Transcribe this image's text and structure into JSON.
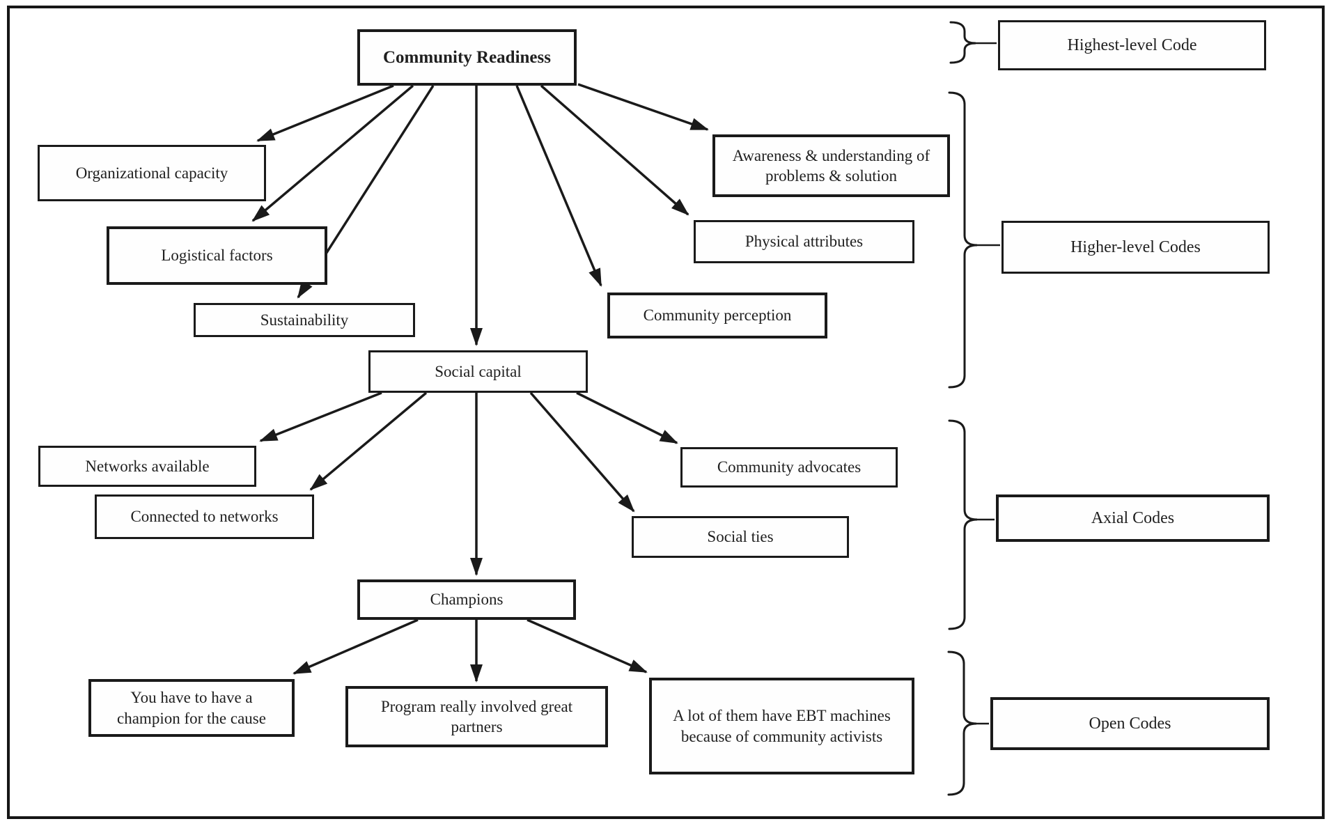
{
  "figure": {
    "type": "coding-hierarchy-diagram",
    "background": "#ffffff",
    "line_color": "#1a1a1a"
  },
  "nodes": {
    "community_readiness": {
      "label": "Community Readiness",
      "level": "highest"
    },
    "organizational_capacity": {
      "label": "Organizational capacity",
      "level": "higher"
    },
    "logistical_factors": {
      "label": "Logistical factors",
      "level": "higher"
    },
    "sustainability": {
      "label": "Sustainability",
      "level": "higher"
    },
    "awareness_understanding": {
      "label": "Awareness & understanding of problems & solution",
      "level": "higher"
    },
    "physical_attributes": {
      "label": "Physical attributes",
      "level": "higher"
    },
    "community_perception": {
      "label": "Community perception",
      "level": "higher"
    },
    "social_capital": {
      "label": "Social capital",
      "level": "higher"
    },
    "networks_available": {
      "label": "Networks available",
      "level": "axial"
    },
    "connected_to_networks": {
      "label": "Connected to networks",
      "level": "axial"
    },
    "community_advocates": {
      "label": "Community advocates",
      "level": "axial"
    },
    "social_ties": {
      "label": "Social ties",
      "level": "axial"
    },
    "champions": {
      "label": "Champions",
      "level": "axial"
    },
    "quote_champion_cause": {
      "label": "You have to have a champion for the cause",
      "level": "open"
    },
    "quote_program_partners": {
      "label": "Program really involved great partners",
      "level": "open"
    },
    "quote_ebt_machines": {
      "label": "A lot of them have EBT machines because of community activists",
      "level": "open"
    }
  },
  "edges": [
    {
      "from": "community_readiness",
      "to": "organizational_capacity"
    },
    {
      "from": "community_readiness",
      "to": "logistical_factors"
    },
    {
      "from": "community_readiness",
      "to": "sustainability"
    },
    {
      "from": "community_readiness",
      "to": "social_capital"
    },
    {
      "from": "community_readiness",
      "to": "community_perception"
    },
    {
      "from": "community_readiness",
      "to": "physical_attributes"
    },
    {
      "from": "community_readiness",
      "to": "awareness_understanding"
    },
    {
      "from": "social_capital",
      "to": "networks_available"
    },
    {
      "from": "social_capital",
      "to": "connected_to_networks"
    },
    {
      "from": "social_capital",
      "to": "champions"
    },
    {
      "from": "social_capital",
      "to": "social_ties"
    },
    {
      "from": "social_capital",
      "to": "community_advocates"
    },
    {
      "from": "champions",
      "to": "quote_champion_cause"
    },
    {
      "from": "champions",
      "to": "quote_program_partners"
    },
    {
      "from": "champions",
      "to": "quote_ebt_machines"
    }
  ],
  "legend": {
    "highest_level": {
      "label": "Highest-level Code"
    },
    "higher_level": {
      "label": "Higher-level Codes"
    },
    "axial": {
      "label": "Axial Codes"
    },
    "open": {
      "label": "Open Codes"
    }
  }
}
